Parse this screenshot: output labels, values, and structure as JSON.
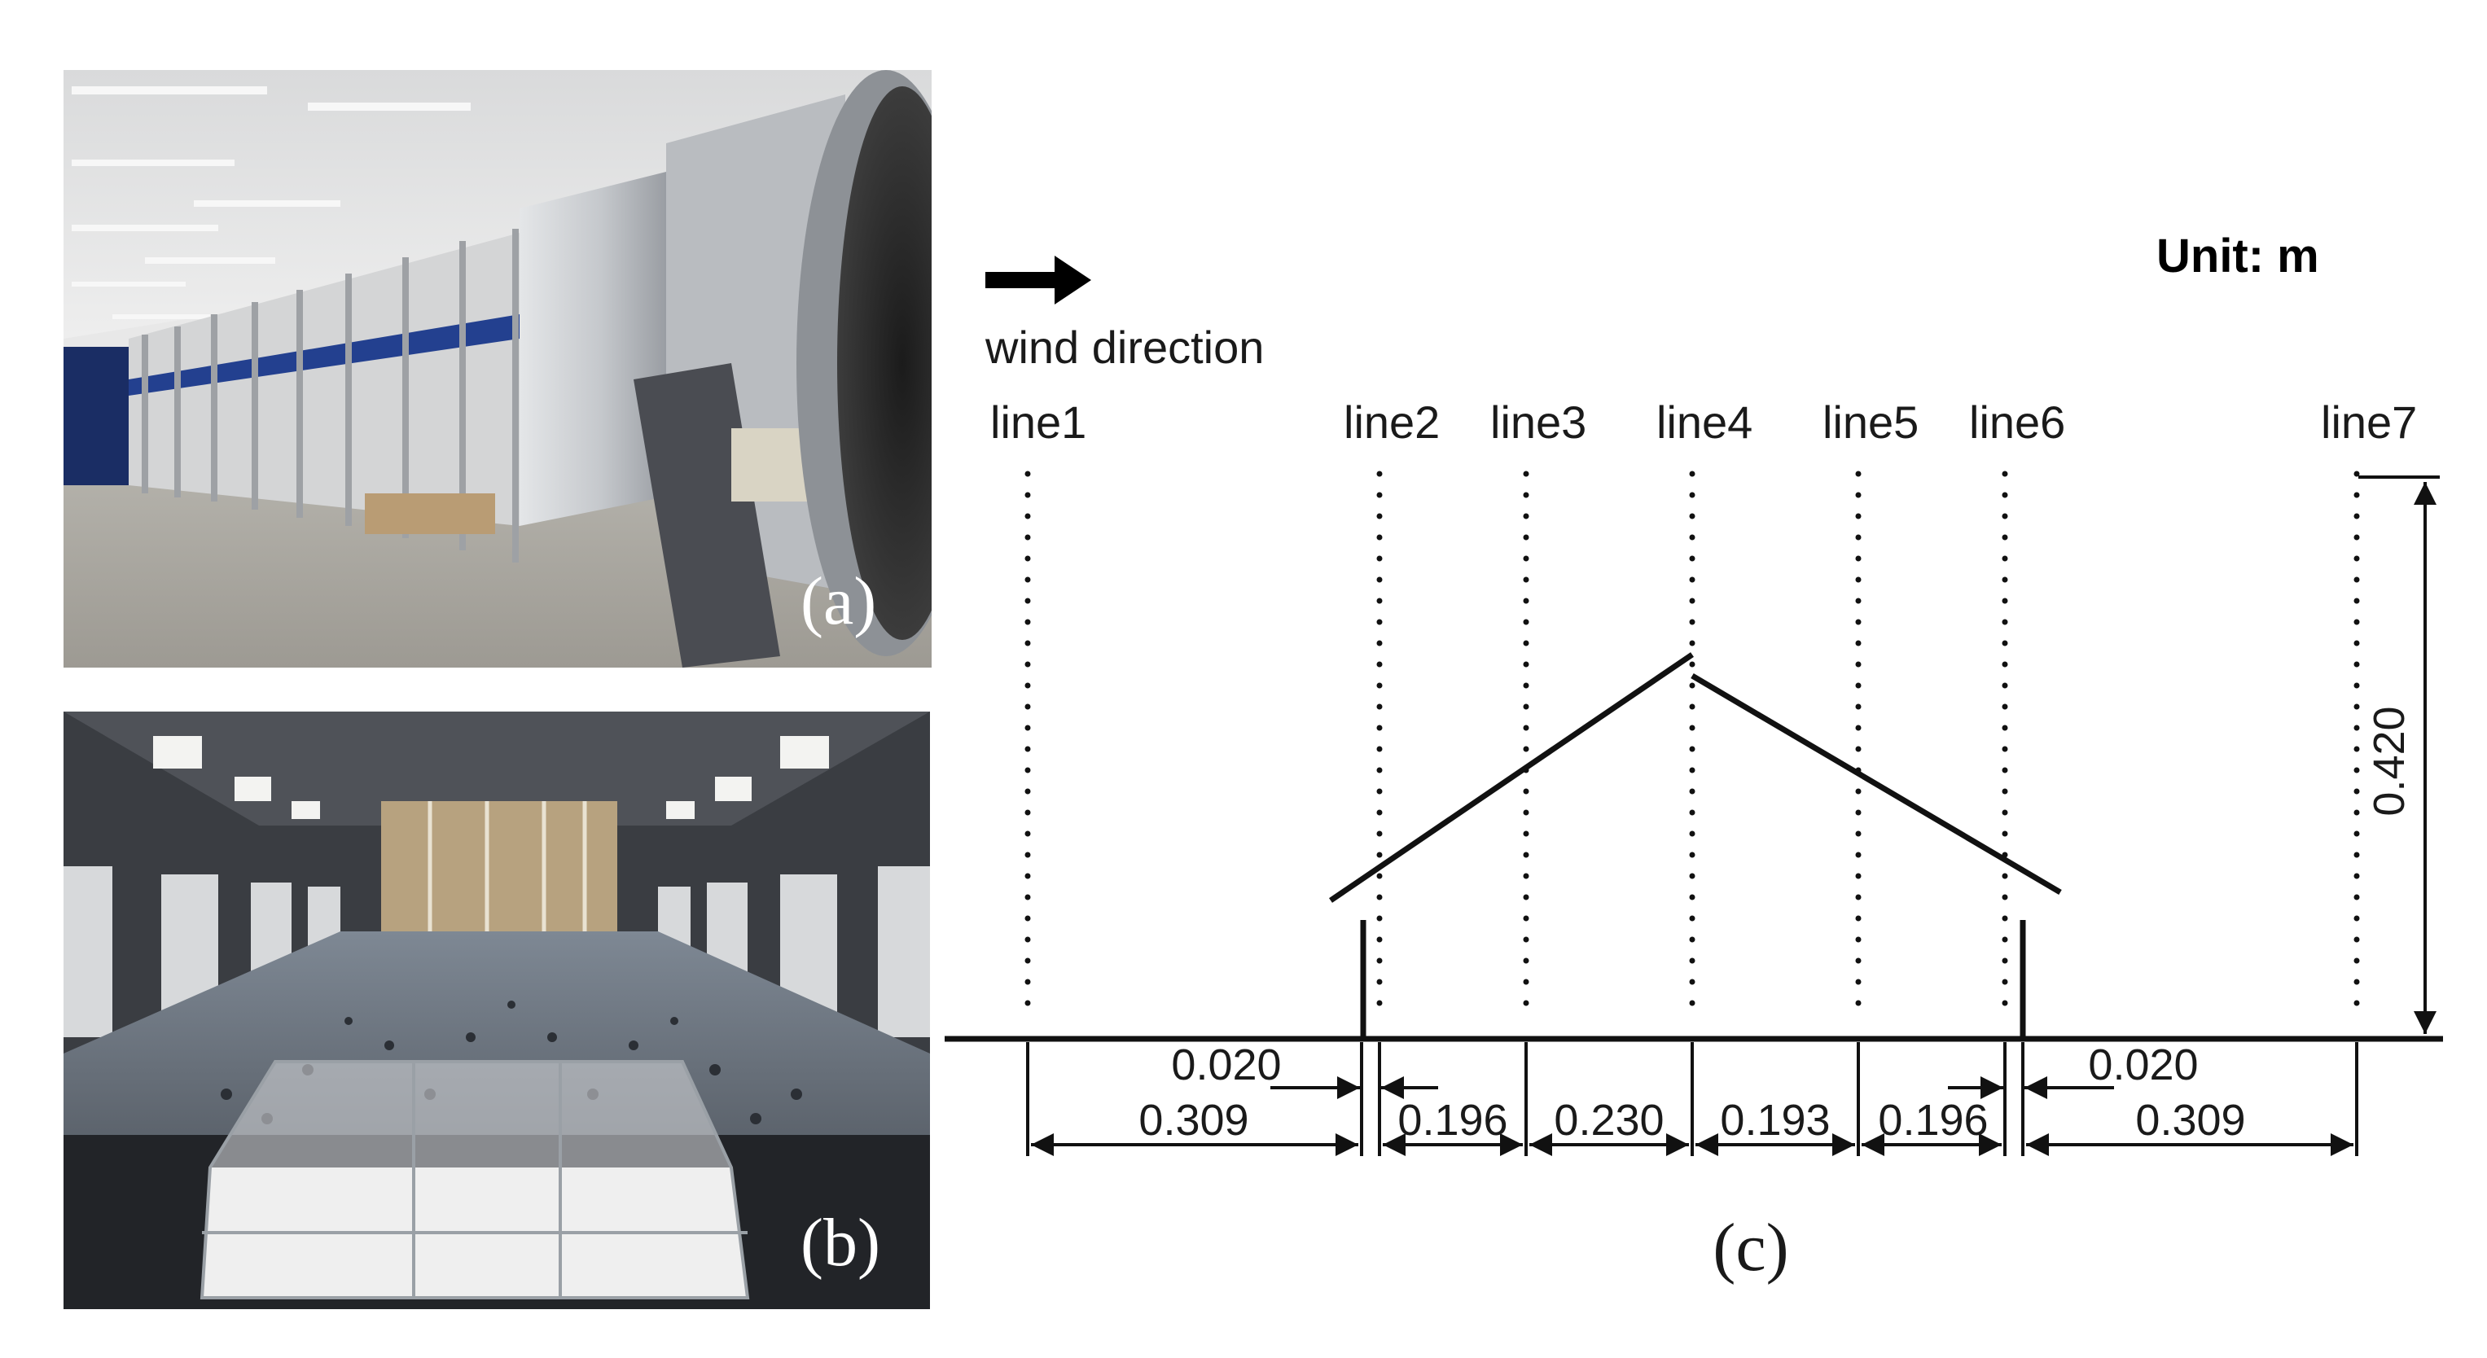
{
  "panels": {
    "a": "(a)",
    "b": "(b)",
    "c": "(c)"
  },
  "diagram": {
    "unit_label": "Unit: m",
    "wind_label": "wind direction",
    "lines": [
      "line1",
      "line2",
      "line3",
      "line4",
      "line5",
      "line6",
      "line7"
    ],
    "height_dim": "0.420",
    "wall_offset_left": "0.020",
    "wall_offset_right": "0.020",
    "spans": [
      "0.309",
      "0.196",
      "0.230",
      "0.193",
      "0.196",
      "0.309"
    ]
  },
  "colors": {
    "ink": "#111111",
    "tunnel_stripe": "#1f3c9a",
    "duct_metal": "#c8cbcf"
  }
}
